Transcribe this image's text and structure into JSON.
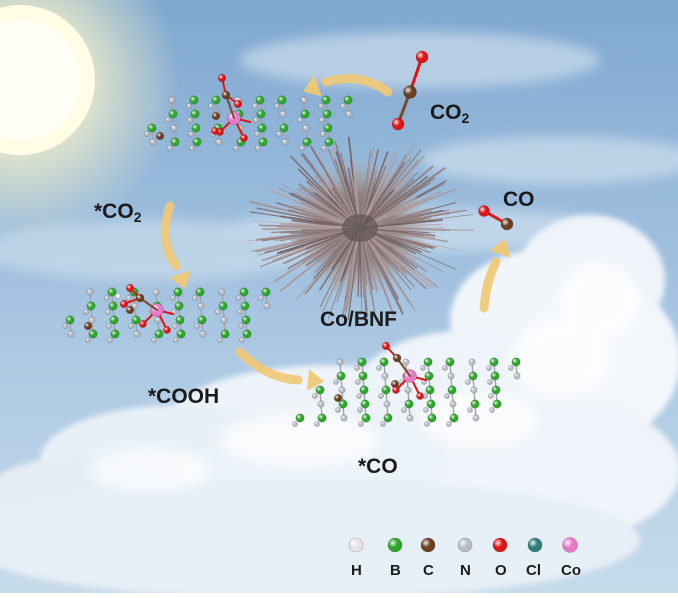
{
  "labels": {
    "co2_top_main": "CO",
    "co2_top_sub": "2",
    "co_top": "CO",
    "star_co2_main": "*CO",
    "star_co2_sub": "2",
    "cooh": "*COOH",
    "star_co": "*CO",
    "catalyst": "Co/BNF"
  },
  "legend": [
    {
      "symbol": "H",
      "color": "#e8e2e4"
    },
    {
      "symbol": "B",
      "color": "#2fa62c"
    },
    {
      "symbol": "C",
      "color": "#6b3e22"
    },
    {
      "symbol": "N",
      "color": "#b8bcc4"
    },
    {
      "symbol": "O",
      "color": "#e01414"
    },
    {
      "symbol": "Cl",
      "color": "#2e7d7a"
    },
    {
      "symbol": "Co",
      "color": "#e879c9"
    }
  ],
  "colors": {
    "sky_top": "#7da7cf",
    "sky_bottom": "#b8d1e6",
    "cloud": "#f4f8fb",
    "arrow": "#f0c874",
    "sun": "#fffbe0"
  }
}
